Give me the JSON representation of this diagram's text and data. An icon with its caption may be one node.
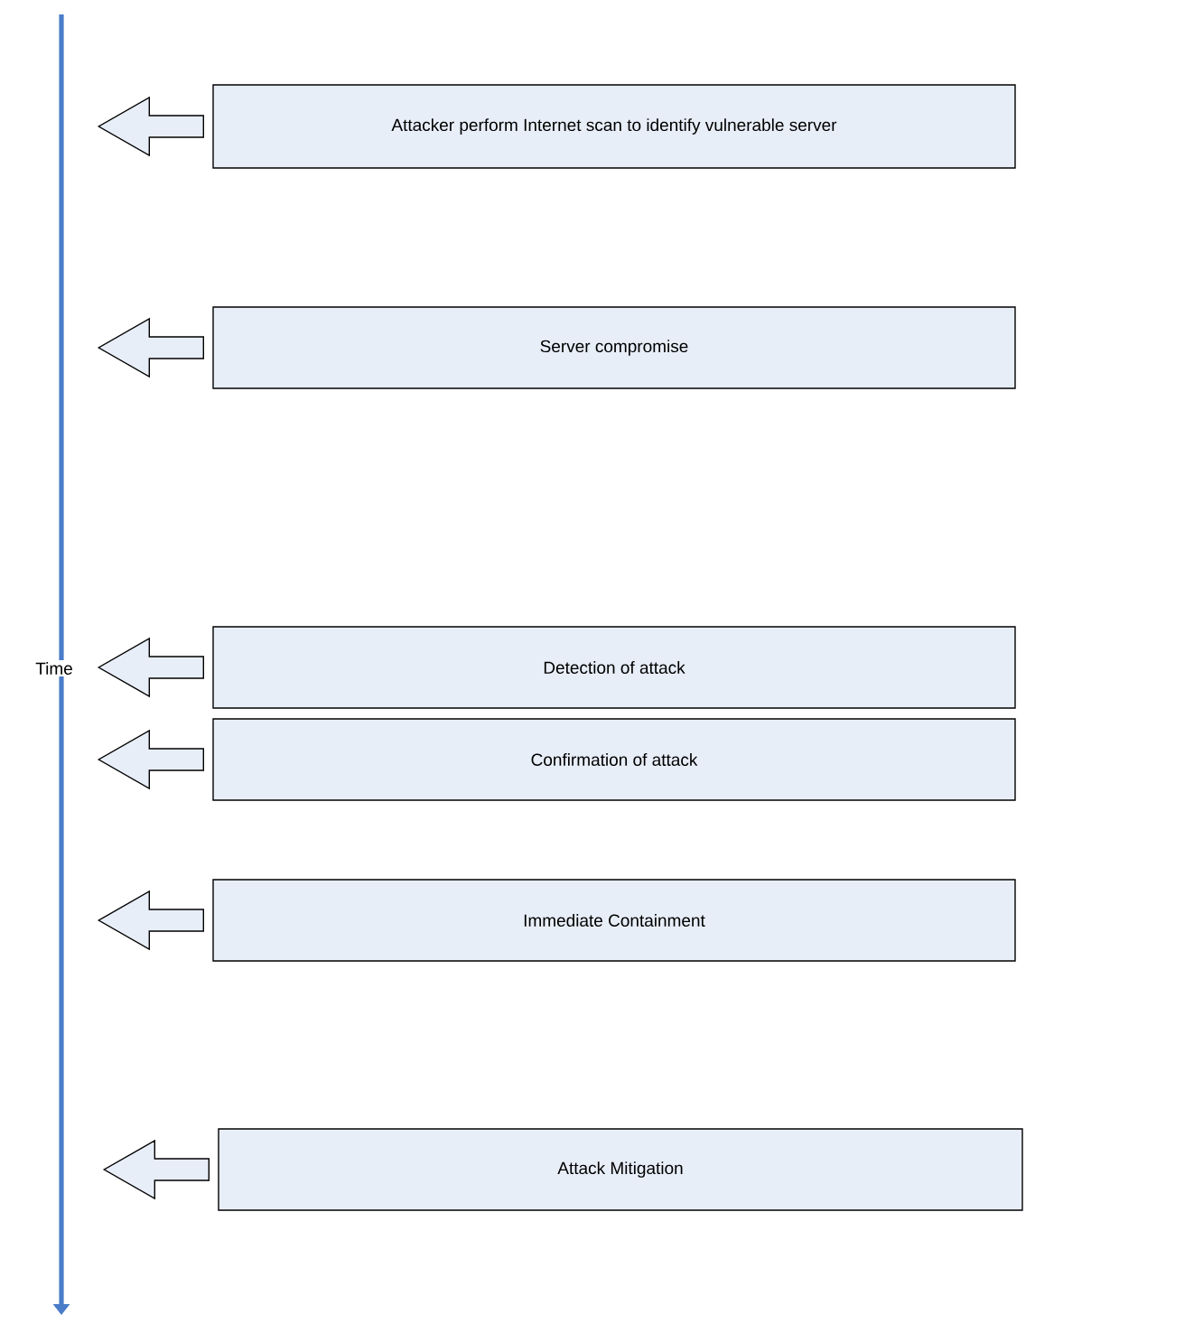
{
  "diagram": {
    "nodes": [
      {
        "text": [
          "Attacker perform Internet scan to identify vulnerable server"
        ]
      },
      {
        "text": [
          "Server compromise"
        ]
      },
      {
        "text": [
          "Detection of attack"
        ]
      },
      {
        "text": [
          "Confirmation of attack"
        ]
      },
      {
        "text": [
          "Immediate Containment"
        ]
      },
      {
        "text": [
          "Attack Mitigation"
        ]
      }
    ],
    "edges": [
      {
        "from": 0,
        "to": null,
        "arrow": "to"
      },
      {
        "from": 1,
        "to": null,
        "arrow": "to"
      },
      {
        "from": 2,
        "to": null,
        "arrow": "to"
      },
      {
        "from": 3,
        "to": null,
        "arrow": "to"
      },
      {
        "from": 4,
        "to": null,
        "arrow": "to"
      },
      {
        "from": 5,
        "to": null,
        "arrow": "to"
      }
    ],
    "labels": [
      "Time"
    ]
  }
}
